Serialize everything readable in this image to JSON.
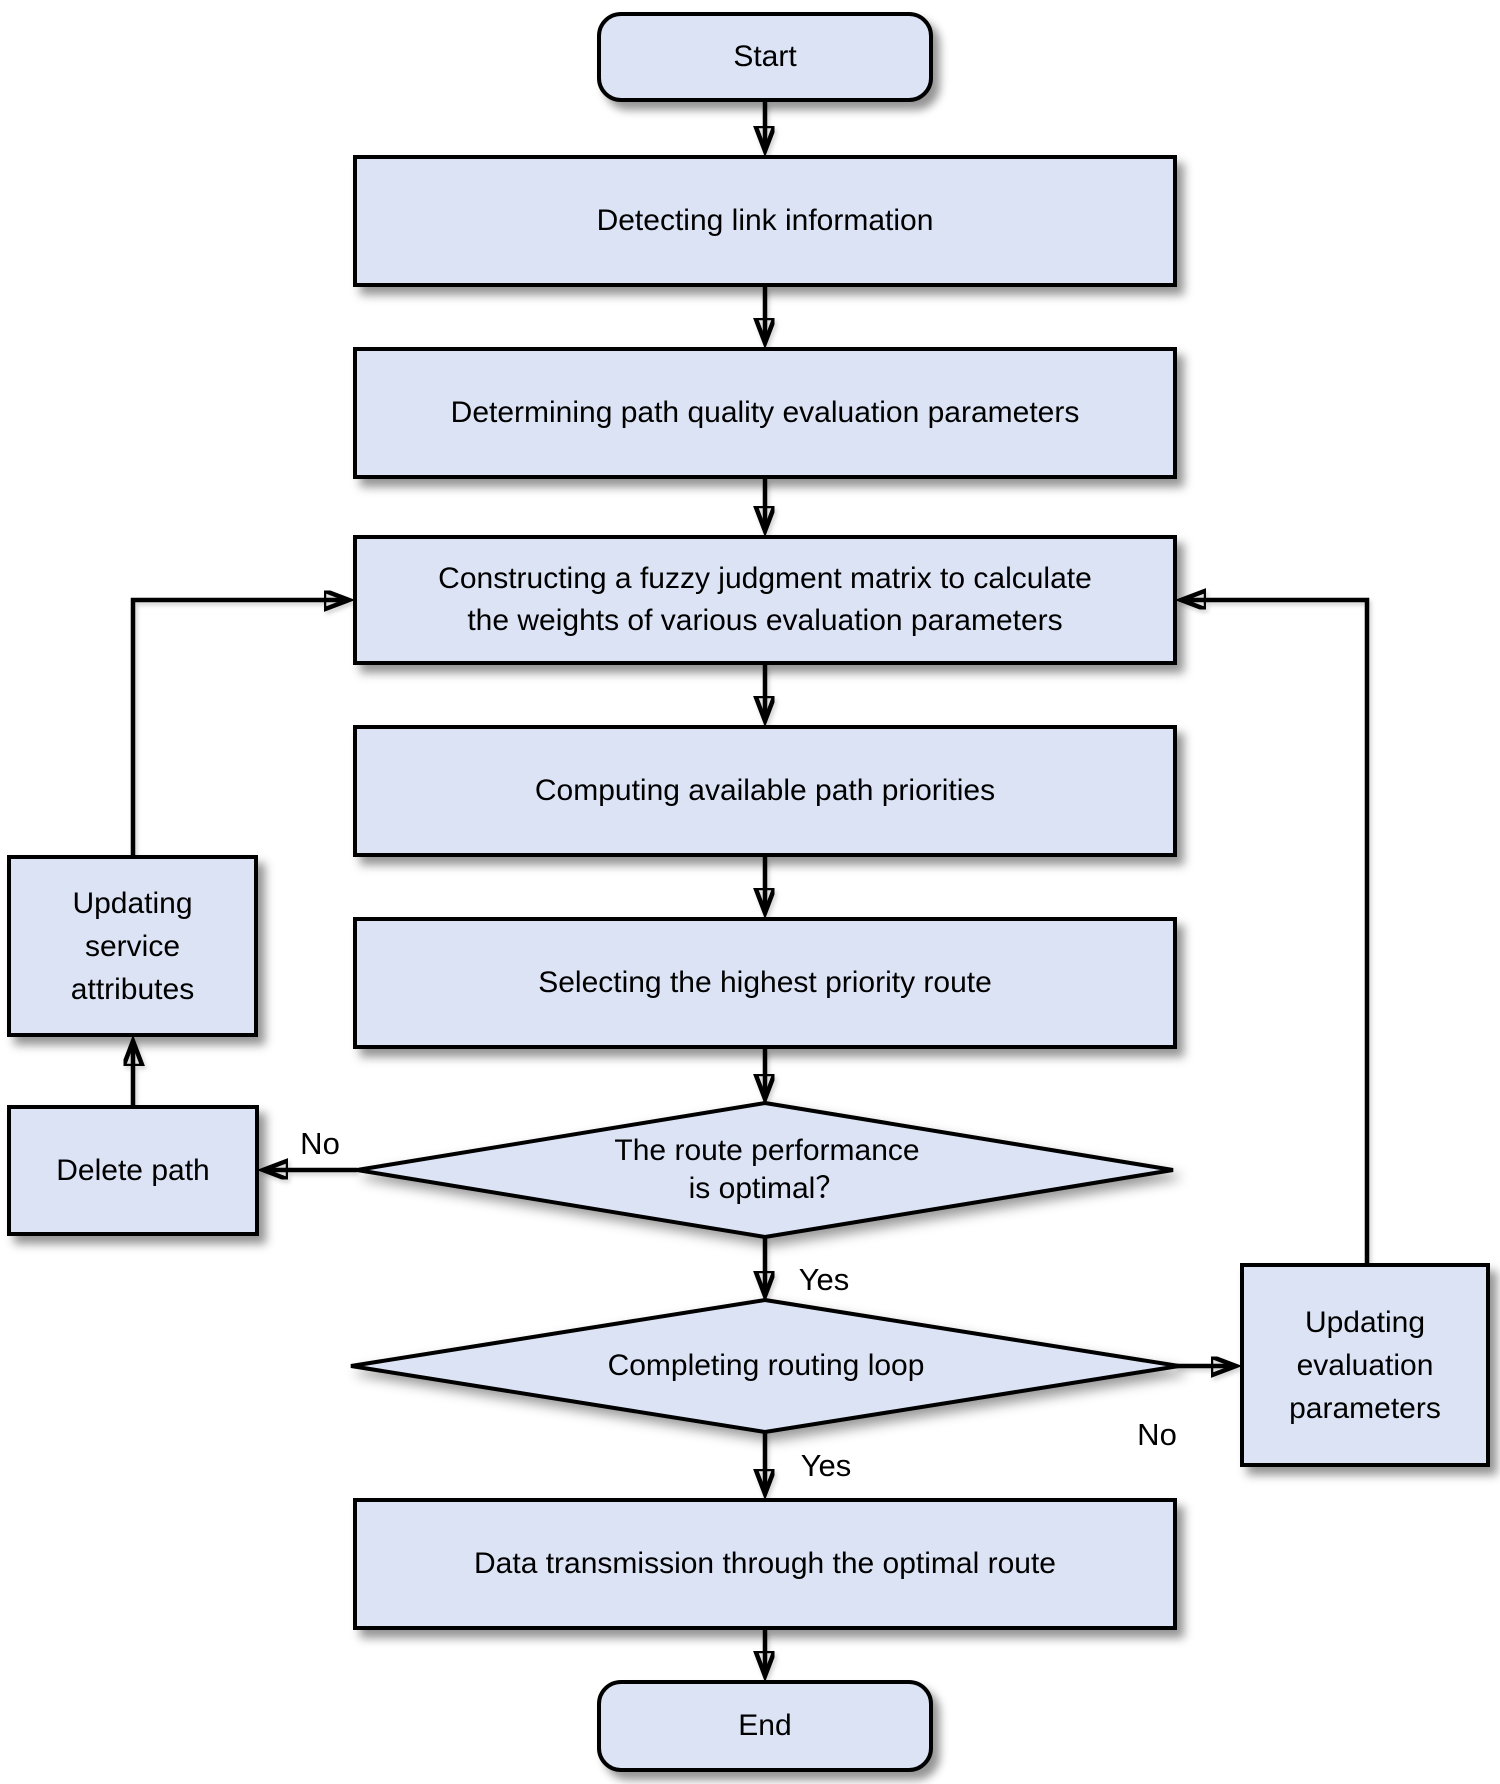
{
  "diagram": {
    "type": "flowchart",
    "colors": {
      "node_fill": "#dbe3f4",
      "node_border": "#000000",
      "line": "#000000",
      "text": "#000000",
      "background": "#ffffff"
    },
    "nodes": {
      "start": {
        "label": "Start"
      },
      "detect": {
        "label": "Detecting link information"
      },
      "determine": {
        "label": "Determining path quality evaluation parameters"
      },
      "construct": {
        "lines": [
          "Constructing a fuzzy judgment matrix to calculate",
          "the weights of various evaluation parameters"
        ]
      },
      "compute": {
        "label": "Computing available path priorities"
      },
      "select": {
        "label": "Selecting the highest priority route"
      },
      "decision_optimal": {
        "lines": [
          "The route performance",
          "is optimal？"
        ]
      },
      "decision_loop": {
        "label": "Completing routing loop"
      },
      "delete_path": {
        "label": "Delete path"
      },
      "update_service": {
        "lines": [
          "Updating",
          "service",
          "attributes"
        ]
      },
      "update_eval": {
        "lines": [
          "Updating",
          "evaluation",
          "parameters"
        ]
      },
      "data_transmission": {
        "label": "Data transmission through the optimal route"
      },
      "end": {
        "label": "End"
      }
    },
    "edge_labels": {
      "optimal_no": "No",
      "optimal_yes": "Yes",
      "loop_yes": "Yes",
      "loop_no": "No"
    }
  }
}
